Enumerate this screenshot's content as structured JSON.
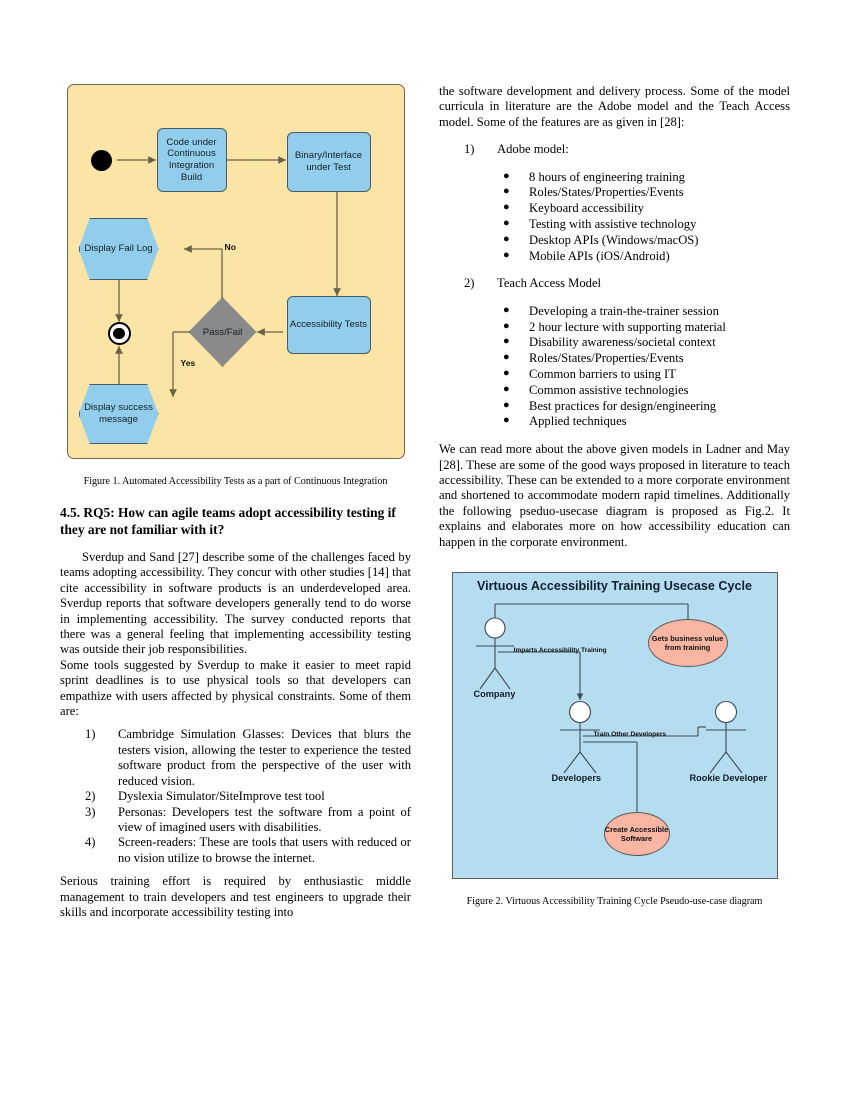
{
  "figure1": {
    "caption": "Figure 1. Automated Accessibility Tests as a part of Continuous Integration",
    "nodes": {
      "code_build": "Code under Continuous Integration Build",
      "binary": "Binary/Interface under Test",
      "accessibility_tests": "Accessibility Tests",
      "decision": "Pass/Fail",
      "display_fail": "Display Fail Log",
      "display_success": "Display success message"
    },
    "edge_labels": {
      "no": "No",
      "yes": "Yes"
    },
    "colors": {
      "background": "#fbe5a6",
      "node": "#92cdeb",
      "decision": "#8a8a8a",
      "border": "#4a5a66"
    }
  },
  "left_column": {
    "section_heading": "4.5. RQ5: How can agile teams adopt accessibility testing if they are not familiar with it?",
    "para1": "Sverdup and Sand [27] describe some of the challenges faced by teams adopting accessibility. They concur with other studies [14] that cite accessibility in software products is an underdeveloped area. Sverdup reports that software developers generally tend to do worse in implementing accessibility. The survey conducted reports that there was a general feeling that implementing accessibility testing was outside their job responsibilities.",
    "para2": "Some tools suggested by Sverdup to make it easier to meet rapid sprint deadlines is to use physical tools so that developers can empathize with users affected by physical constraints. Some of them are:",
    "tools_list": [
      {
        "marker": "1)",
        "text": "Cambridge Simulation Glasses: Devices that blurs the testers vision, allowing the tester to experience the tested software product from the perspective of the user with reduced vision."
      },
      {
        "marker": "2)",
        "text": "Dyslexia Simulator/SiteImprove test tool"
      },
      {
        "marker": "3)",
        "text": "Personas: Developers test the software from a point of view of imagined users with disabilities."
      },
      {
        "marker": "4)",
        "text": "Screen-readers: These are tools that users with reduced or no vision utilize to browse the internet."
      }
    ],
    "para3": "Serious training effort is required by enthusiastic middle management to train developers and test engineers to upgrade their skills and incorporate accessibility testing into"
  },
  "right_column": {
    "para1": "the software development and delivery process. Some of the model curricula in literature are the Adobe model and the Teach Access model. Some of the features are as given in [28]:",
    "model1": {
      "marker": "1)",
      "title": "Adobe model:"
    },
    "model1_items": [
      "8 hours of engineering training",
      "Roles/States/Properties/Events",
      "Keyboard accessibility",
      "Testing with assistive technology",
      "Desktop APIs (Windows/macOS)",
      "Mobile APIs (iOS/Android)"
    ],
    "model2": {
      "marker": "2)",
      "title": "Teach Access Model"
    },
    "model2_items": [
      "Developing a train-the-trainer session",
      "2 hour lecture with supporting material",
      "Disability awareness/societal context",
      "Roles/States/Properties/Events",
      "Common barriers to using IT",
      "Common assistive technologies",
      "Best practices for design/engineering",
      "Applied techniques"
    ],
    "para2": "We can read more about the above given models in Ladner and May [28]. These are some of the good ways proposed in literature to teach accessibility. These can be extended to a more corporate environment and shortened to accommodate modern rapid timelines. Additionally the following pseduo-usecase diagram is proposed as Fig.2. It explains and elaborates more on how accessibility education can happen in the corporate environment."
  },
  "figure2": {
    "title": "Virtuous Accessibility Training Usecase Cycle",
    "caption": "Figure 2. Virtuous Accessibility Training Cycle Pseudo-use-case diagram",
    "actors": [
      {
        "id": "company",
        "label": "Company"
      },
      {
        "id": "developers",
        "label": "Developers"
      },
      {
        "id": "rookie",
        "label": "Rookie Developer"
      }
    ],
    "usecases": [
      {
        "id": "business-value",
        "label": "Gets business value from training"
      },
      {
        "id": "create-software",
        "label": "Create Accessible Software"
      }
    ],
    "edge_labels": [
      {
        "id": "imparts",
        "label": "Imparts Accessibility Training"
      },
      {
        "id": "train-others",
        "label": "Train Other Developers"
      }
    ],
    "colors": {
      "background": "#b6dcf0",
      "usecase": "#f7b5a2",
      "border": "#5c5c5c"
    }
  }
}
